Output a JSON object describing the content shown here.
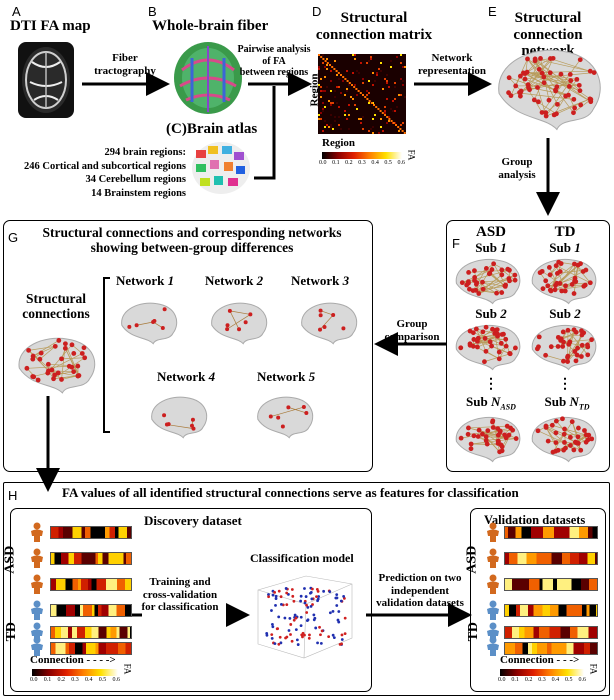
{
  "panels": {
    "A": {
      "letter": "A",
      "title": "DTI FA map"
    },
    "B": {
      "letter": "B",
      "title": "Whole-brain fiber"
    },
    "C": {
      "title": "(C)Brain atlas",
      "lines": [
        "294 brain regions:",
        "246 Cortical and subcortical regions",
        "34 Cerebellum regions",
        "14 Brainstem regions"
      ]
    },
    "D": {
      "letter": "D",
      "title_line1": "Structural",
      "title_line2": "connection matrix",
      "y_label": "Region",
      "x_label": "Region",
      "cbar_label": "FA",
      "cbar_ticks": [
        "0.0",
        "0.1",
        "0.2",
        "0.3",
        "0.4",
        "0.5",
        "0.6"
      ]
    },
    "E": {
      "letter": "E",
      "title_line1": "Structural",
      "title_line2": "connection network"
    },
    "F": {
      "letter": "F",
      "col1": "ASD",
      "col2": "TD",
      "rows": [
        {
          "left_prefix": "Sub ",
          "left_sub": "1",
          "right_prefix": "Sub ",
          "right_sub": "1"
        },
        {
          "left_prefix": "Sub ",
          "left_sub": "2",
          "right_prefix": "Sub ",
          "right_sub": "2"
        },
        {
          "left_prefix": "Sub ",
          "left_sub": "N",
          "left_subscript": "ASD",
          "right_prefix": "Sub ",
          "right_sub": "N",
          "right_subscript": "TD"
        }
      ],
      "dots": "⋮"
    },
    "G": {
      "letter": "G",
      "title_line1": "Structural connections and corresponding networks",
      "title_line2": "showing between-group differences",
      "sc_line1": "Structural",
      "sc_line2": "connections",
      "networks": [
        {
          "prefix": "Network ",
          "num": "1"
        },
        {
          "prefix": "Network ",
          "num": "2"
        },
        {
          "prefix": "Network ",
          "num": "3"
        },
        {
          "prefix": "Network ",
          "num": "4"
        },
        {
          "prefix": "Network ",
          "num": "5"
        }
      ]
    },
    "H": {
      "letter": "H",
      "title": "FA values of all identified structural connections serve as features for classification",
      "discovery": "Discovery dataset",
      "validation": "Validation datasets",
      "model": "Classification model",
      "asd": "ASD",
      "td": "TD",
      "connection": "Connection",
      "cbar_label": "FA",
      "cbar_ticks": [
        "0.0",
        "0.1",
        "0.2",
        "0.3",
        "0.4",
        "0.5",
        "0.6"
      ]
    }
  },
  "arrows": {
    "fiber1": "Fiber",
    "fiber2": "tractography",
    "pair1": "Pairwise analysis",
    "pair2": "of FA",
    "pair3": "between regions",
    "net1": "Network",
    "net2": "representation",
    "group1": "Group",
    "group2": "analysis",
    "comp1": "Group",
    "comp2": "comparison",
    "train1": "Training and",
    "train2": "cross-validation",
    "train3": "for classification",
    "pred1": "Prediction on two",
    "pred2": "independent",
    "pred3": "validation datasets"
  },
  "colors": {
    "asd_person": "#d2691e",
    "td_person": "#5b8fc7",
    "node_red": "#cc1f1f"
  }
}
